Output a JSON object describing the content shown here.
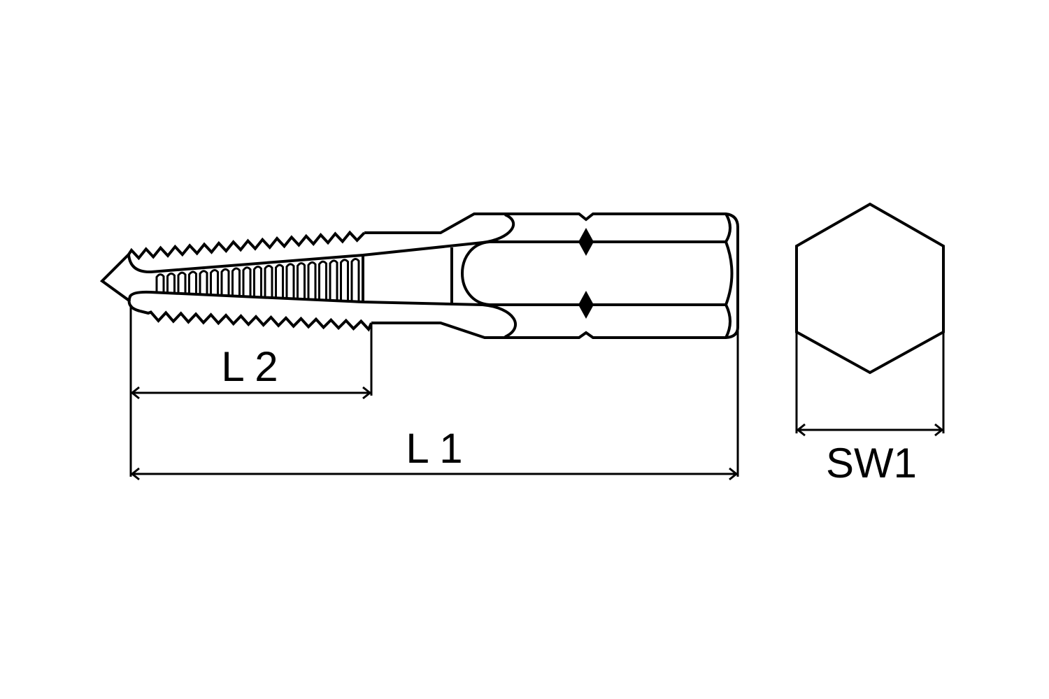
{
  "diagram": {
    "labels": {
      "l2": "L 2",
      "l1": "L 1",
      "sw1": "SW1"
    },
    "colors": {
      "line": "#000000",
      "background": "#ffffff"
    }
  }
}
